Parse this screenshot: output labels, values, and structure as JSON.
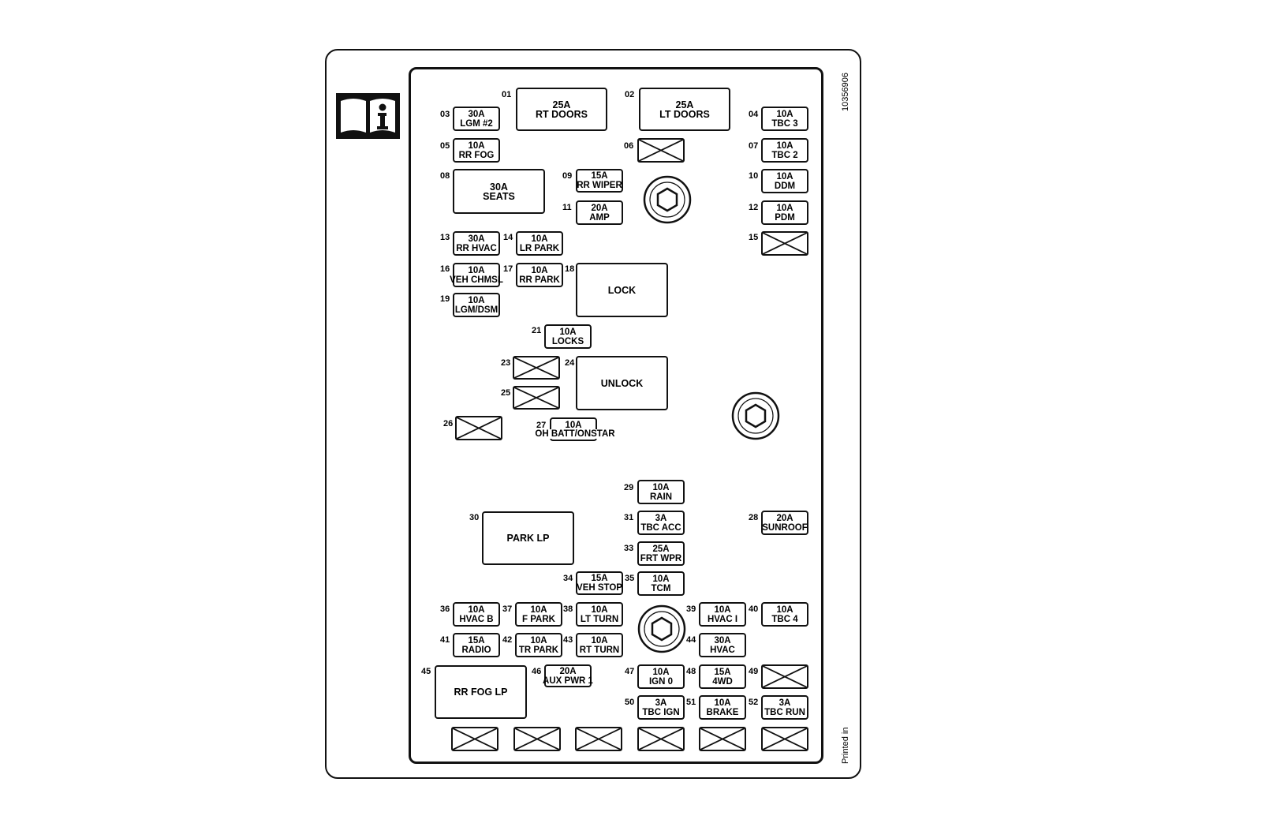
{
  "doc_number": "10356906",
  "printed_in": "Printed in",
  "fuses": {
    "f01": {
      "num": "01",
      "rating": "25A",
      "label": "RT DOORS"
    },
    "f02": {
      "num": "02",
      "rating": "25A",
      "label": "LT DOORS"
    },
    "f03": {
      "num": "03",
      "rating": "30A",
      "label": "LGM #2"
    },
    "f04": {
      "num": "04",
      "rating": "10A",
      "label": "TBC 3"
    },
    "f05": {
      "num": "05",
      "rating": "10A",
      "label": "RR FOG"
    },
    "f06": {
      "num": "06"
    },
    "f07": {
      "num": "07",
      "rating": "10A",
      "label": "TBC 2"
    },
    "f08": {
      "num": "08",
      "rating": "30A",
      "label": "SEATS"
    },
    "f09": {
      "num": "09",
      "rating": "15A",
      "label": "RR WIPER"
    },
    "f10": {
      "num": "10",
      "rating": "10A",
      "label": "DDM"
    },
    "f11": {
      "num": "11",
      "rating": "20A",
      "label": "AMP"
    },
    "f12": {
      "num": "12",
      "rating": "10A",
      "label": "PDM"
    },
    "f13": {
      "num": "13",
      "rating": "30A",
      "label": "RR HVAC"
    },
    "f14": {
      "num": "14",
      "rating": "10A",
      "label": "LR PARK"
    },
    "f15": {
      "num": "15"
    },
    "f16": {
      "num": "16",
      "rating": "10A",
      "label": "VEH CHMSL"
    },
    "f17": {
      "num": "17",
      "rating": "10A",
      "label": "RR PARK"
    },
    "f18": {
      "num": "18",
      "label": "LOCK"
    },
    "f19": {
      "num": "19",
      "rating": "10A",
      "label": "LGM/DSM"
    },
    "f21": {
      "num": "21",
      "rating": "10A",
      "label": "LOCKS"
    },
    "f23": {
      "num": "23"
    },
    "f24": {
      "num": "24",
      "label": "UNLOCK"
    },
    "f25": {
      "num": "25"
    },
    "f26": {
      "num": "26"
    },
    "f27": {
      "num": "27",
      "rating": "10A",
      "label": "OH BATT/ONSTAR"
    },
    "f28": {
      "num": "28",
      "rating": "20A",
      "label": "SUNROOF"
    },
    "f29": {
      "num": "29",
      "rating": "10A",
      "label": "RAIN"
    },
    "f30": {
      "num": "30",
      "label": "PARK LP"
    },
    "f31": {
      "num": "31",
      "rating": "3A",
      "label": "TBC ACC"
    },
    "f33": {
      "num": "33",
      "rating": "25A",
      "label": "FRT WPR"
    },
    "f34": {
      "num": "34",
      "rating": "15A",
      "label": "VEH STOP"
    },
    "f35": {
      "num": "35",
      "rating": "10A",
      "label": "TCM"
    },
    "f36": {
      "num": "36",
      "rating": "10A",
      "label": "HVAC B"
    },
    "f37": {
      "num": "37",
      "rating": "10A",
      "label": "F PARK"
    },
    "f38": {
      "num": "38",
      "rating": "10A",
      "label": "LT TURN"
    },
    "f39": {
      "num": "39",
      "rating": "10A",
      "label": "HVAC I"
    },
    "f40": {
      "num": "40",
      "rating": "10A",
      "label": "TBC 4"
    },
    "f41": {
      "num": "41",
      "rating": "15A",
      "label": "RADIO"
    },
    "f42": {
      "num": "42",
      "rating": "10A",
      "label": "TR PARK"
    },
    "f43": {
      "num": "43",
      "rating": "10A",
      "label": "RT TURN"
    },
    "f44": {
      "num": "44",
      "rating": "30A",
      "label": "HVAC"
    },
    "f45": {
      "num": "45",
      "label": "RR FOG LP"
    },
    "f46": {
      "num": "46",
      "rating": "20A",
      "label": "AUX PWR 1"
    },
    "f47": {
      "num": "47",
      "rating": "10A",
      "label": "IGN 0"
    },
    "f48": {
      "num": "48",
      "rating": "15A",
      "label": "4WD"
    },
    "f49": {
      "num": "49"
    },
    "f50": {
      "num": "50",
      "rating": "3A",
      "label": "TBC IGN"
    },
    "f51": {
      "num": "51",
      "rating": "10A",
      "label": "BRAKE"
    },
    "f52": {
      "num": "52",
      "rating": "3A",
      "label": "TBC RUN"
    }
  }
}
